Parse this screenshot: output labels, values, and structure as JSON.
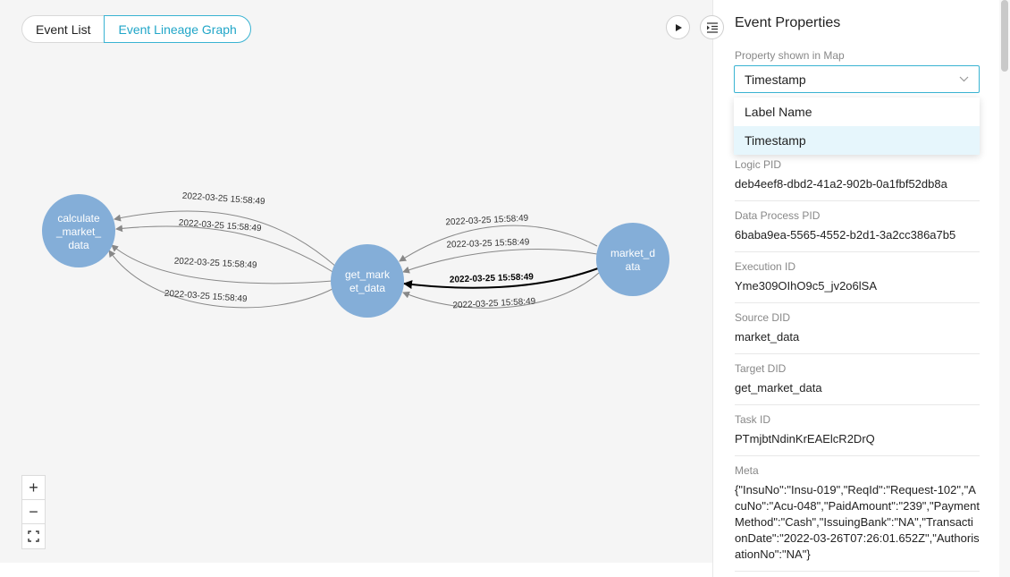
{
  "tabs": {
    "event_list": "Event List",
    "lineage_graph": "Event Lineage Graph"
  },
  "graph": {
    "nodes": {
      "calculate": "calculate\n_market_\ndata",
      "get": "get_mark\net_data",
      "market": "market_d\nata"
    },
    "edge_label": "2022-03-25 15:58:49",
    "node_color": "#84aed8",
    "accent": "#39b3d2"
  },
  "zoom": {
    "in": "+",
    "out": "−"
  },
  "panel": {
    "title": "Event Properties",
    "select_label": "Property shown in Map",
    "select_value": "Timestamp",
    "options": [
      "Label Name",
      "Timestamp"
    ],
    "properties": [
      {
        "label": "Logic PID",
        "value": "deb4eef8-dbd2-41a2-902b-0a1fbf52db8a"
      },
      {
        "label": "Data Process PID",
        "value": "6baba9ea-5565-4552-b2d1-3a2cc386a7b5"
      },
      {
        "label": "Execution ID",
        "value": "Yme309OIhO9c5_jv2o6lSA"
      },
      {
        "label": "Source DID",
        "value": "market_data"
      },
      {
        "label": "Target DID",
        "value": "get_market_data"
      },
      {
        "label": "Task ID",
        "value": "PTmjbtNdinKrEAElcR2DrQ"
      },
      {
        "label": "Meta",
        "value": "{\"InsuNo\":\"Insu-019\",\"ReqId\":\"Request-102\",\"AcuNo\":\"Acu-048\",\"PaidAmount\":\"239\",\"PaymentMethod\":\"Cash\",\"IssuingBank\":\"NA\",\"TransactionDate\":\"2022-03-26T07:26:01.652Z\",\"AuthorisationNo\":\"NA\"}"
      }
    ]
  }
}
